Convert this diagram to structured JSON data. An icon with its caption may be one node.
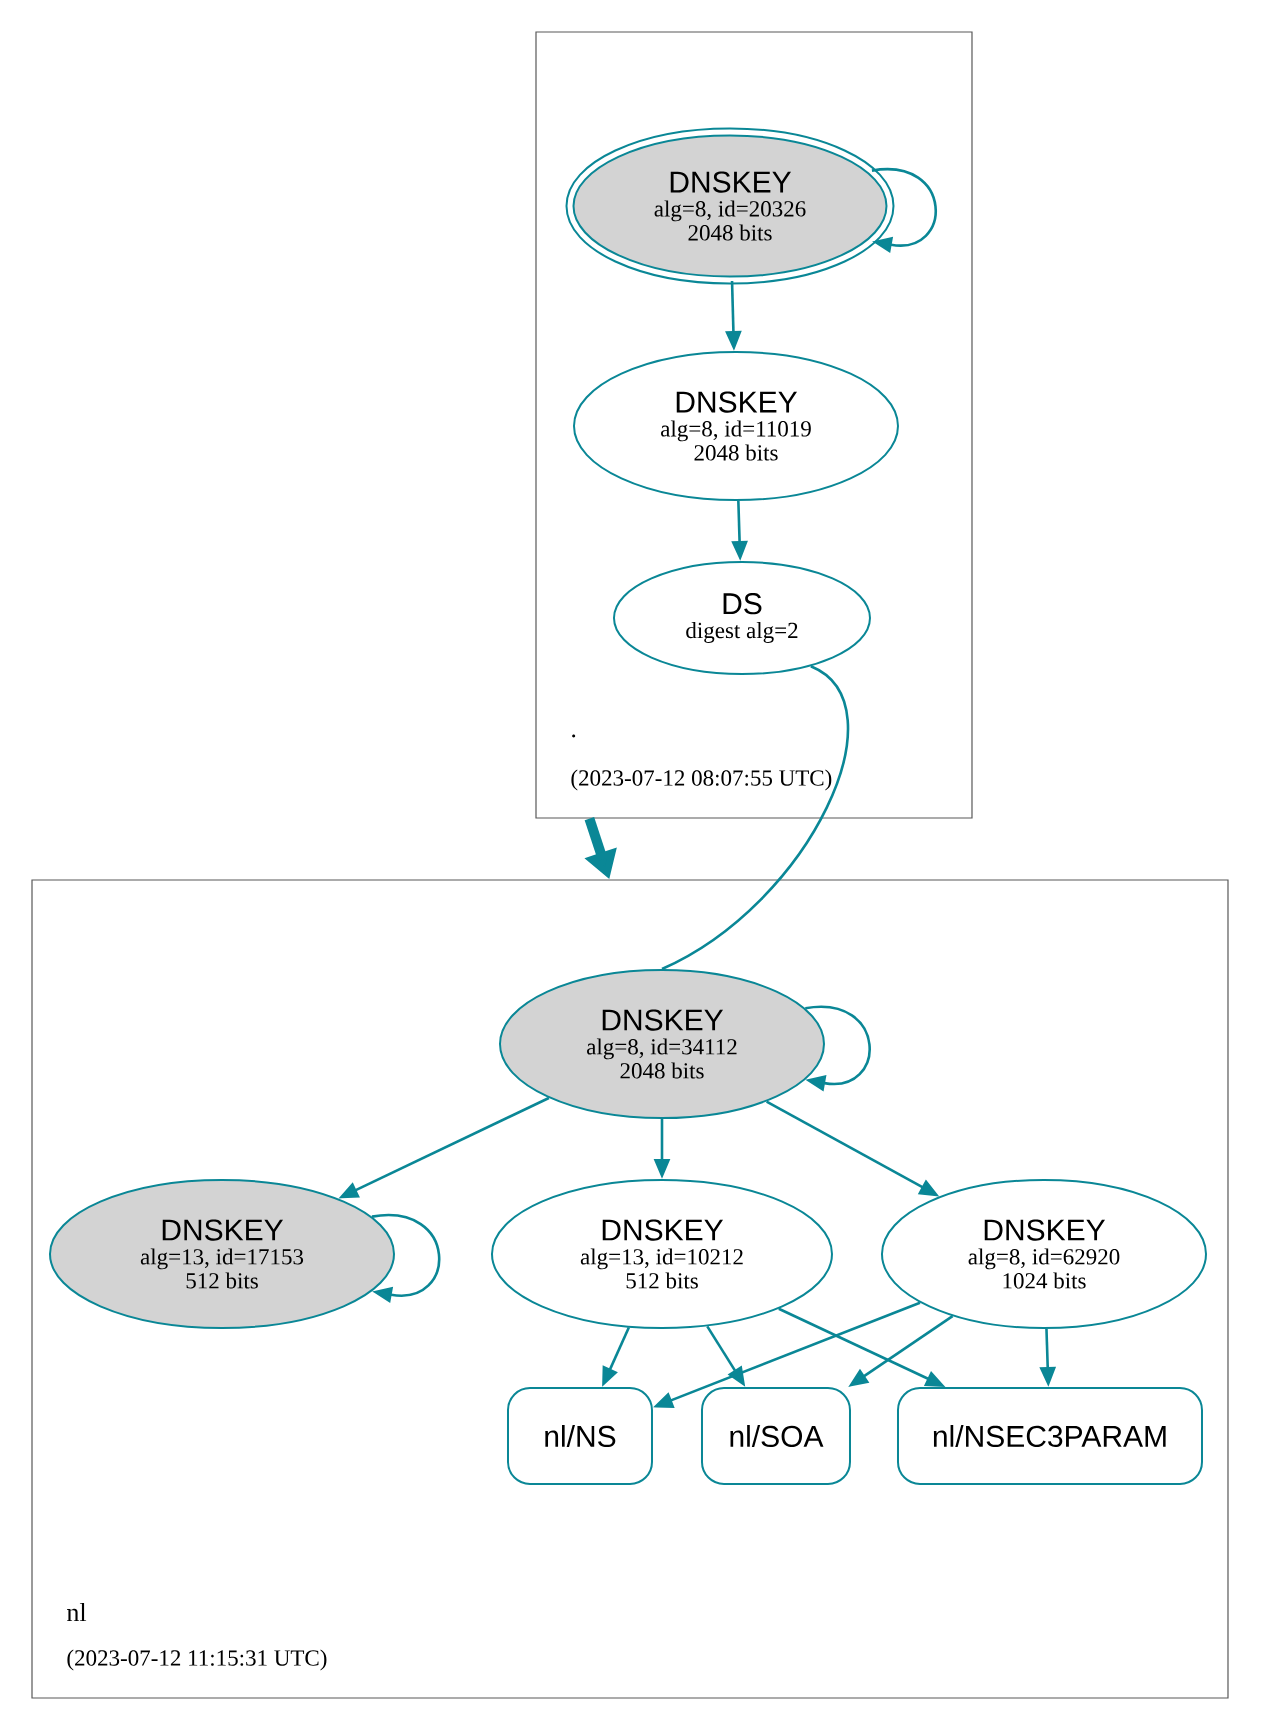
{
  "diagram": {
    "nodes": [
      {
        "text": [
          ".",
          "(2023-07-12 08:07:55 UTC)"
        ]
      },
      {
        "text": [
          "DNSKEY",
          "alg=8, id=20326",
          "2048 bits"
        ],
        "in": 0
      },
      {
        "text": [
          "DNSKEY",
          "alg=8, id=11019",
          "2048 bits"
        ],
        "in": 0
      },
      {
        "text": [
          "DS",
          "digest alg=2"
        ],
        "in": 0
      },
      {
        "text": [
          "nl",
          "(2023-07-12 11:15:31 UTC)"
        ]
      },
      {
        "text": [
          "DNSKEY",
          "alg=8, id=34112",
          "2048 bits"
        ],
        "in": 4
      },
      {
        "text": [
          "DNSKEY",
          "alg=13, id=17153",
          "512 bits"
        ],
        "in": 4
      },
      {
        "text": [
          "DNSKEY",
          "alg=13, id=10212",
          "512 bits"
        ],
        "in": 4
      },
      {
        "text": [
          "DNSKEY",
          "alg=8, id=62920",
          "1024 bits"
        ],
        "in": 4
      },
      {
        "text": [
          "nl/NS"
        ],
        "in": 4
      },
      {
        "text": [
          "nl/SOA"
        ],
        "in": 4
      },
      {
        "text": [
          "nl/NSEC3PARAM"
        ],
        "in": 4
      }
    ],
    "edges": [
      {
        "from": 1,
        "to": 1,
        "arrow": "to"
      },
      {
        "from": 1,
        "to": 2,
        "arrow": "to"
      },
      {
        "from": 2,
        "to": 3,
        "arrow": "to"
      },
      {
        "from": 3,
        "to": 5,
        "arrow": "none"
      },
      {
        "from": 0,
        "to": 4,
        "arrow": "to",
        "style": "thick"
      },
      {
        "from": 5,
        "to": 5,
        "arrow": "to"
      },
      {
        "from": 5,
        "to": 6,
        "arrow": "to"
      },
      {
        "from": 6,
        "to": 6,
        "arrow": "to"
      },
      {
        "from": 5,
        "to": 7,
        "arrow": "to"
      },
      {
        "from": 5,
        "to": 8,
        "arrow": "to"
      },
      {
        "from": 7,
        "to": 9,
        "arrow": "to"
      },
      {
        "from": 7,
        "to": 10,
        "arrow": "to"
      },
      {
        "from": 7,
        "to": 11,
        "arrow": "to"
      },
      {
        "from": 8,
        "to": 9,
        "arrow": "to"
      },
      {
        "from": 8,
        "to": 10,
        "arrow": "to"
      },
      {
        "from": 8,
        "to": 11,
        "arrow": "to"
      }
    ]
  }
}
